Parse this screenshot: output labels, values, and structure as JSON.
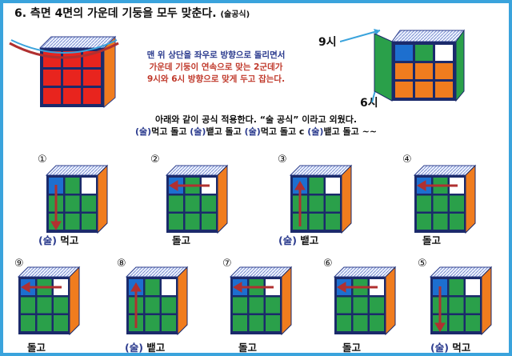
{
  "title": "6. 측면 4면의 가운데 기둥을 모두 맞춘다.",
  "title_sub": "(술공식)",
  "description": {
    "line1": "맨 위 상단을 좌우로 방향으로 돌리면서",
    "line2": "가운데 기둥이 연속으로 맞는 2군데가",
    "line3": "9시와 6시 방향으로 맞게 두고 잡는다."
  },
  "direction_labels": {
    "nine": "9시",
    "six": "6시"
  },
  "formula": {
    "line1": "아래와 같이 공식 적용한다. “술 공식” 이라고 외웠다.",
    "line2": {
      "icon": "(술)",
      "p1": "먹고 돌고 ",
      "p2": "뱉고 돌고 ",
      "p3": "먹고 돌고 c ",
      "p4": "뱉고 돌고 ~~"
    }
  },
  "steps": [
    {
      "number": "①",
      "icon": "(술)",
      "label": "먹고"
    },
    {
      "number": "②",
      "icon": "",
      "label": "돌고"
    },
    {
      "number": "③",
      "icon": "(술)",
      "label": "뱉고"
    },
    {
      "number": "④",
      "icon": "",
      "label": "돌고"
    },
    {
      "number": "⑨",
      "icon": "",
      "label": "돌고"
    },
    {
      "number": "⑧",
      "icon": "(술)",
      "label": "뱉고"
    },
    {
      "number": "⑦",
      "icon": "",
      "label": "돌고"
    },
    {
      "number": "⑥",
      "icon": "",
      "label": "돌고"
    },
    {
      "number": "⑤",
      "icon": "(술)",
      "label": "먹고"
    }
  ],
  "colors": {
    "frame": "#3aa3dc",
    "front": "#2aa04a",
    "side": "#f07c1e",
    "top": "#ffffff",
    "accent_blue": "#2b3b8e",
    "accent_red": "#c0392b",
    "arrow": "#b03030"
  }
}
